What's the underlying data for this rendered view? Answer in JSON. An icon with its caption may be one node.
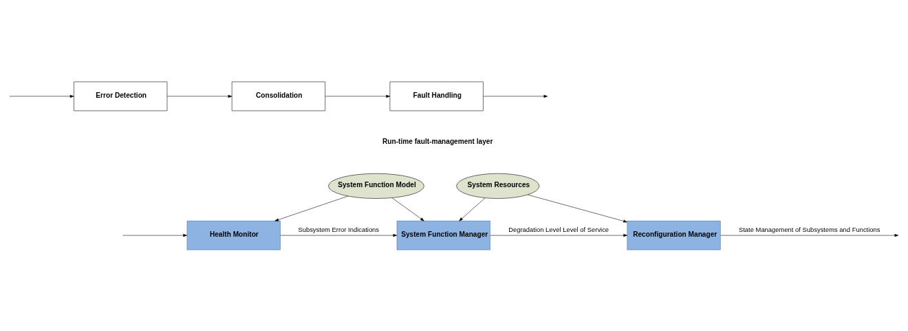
{
  "diagram": {
    "nodes": [
      {
        "text": [
          "Error Detection"
        ]
      },
      {
        "text": [
          "Consolidation"
        ]
      },
      {
        "text": [
          "Fault Handling"
        ]
      },
      {
        "text": [
          "System Function Model"
        ]
      },
      {
        "text": [
          "System Resources"
        ]
      },
      {
        "text": [
          "Health Monitor"
        ]
      },
      {
        "text": [
          "System Function Manager"
        ]
      },
      {
        "text": [
          "Reconfiguration Manager"
        ]
      }
    ],
    "edges": [
      {
        "from": null,
        "to": 0,
        "arrow": "to"
      },
      {
        "from": 0,
        "to": 1,
        "arrow": "to"
      },
      {
        "from": 1,
        "to": 2,
        "arrow": "to"
      },
      {
        "from": 2,
        "to": null,
        "arrow": "to"
      },
      {
        "from": 3,
        "to": 5,
        "arrow": "to"
      },
      {
        "from": 3,
        "to": 6,
        "arrow": "to"
      },
      {
        "from": 4,
        "to": 6,
        "arrow": "to"
      },
      {
        "from": 4,
        "to": 7,
        "arrow": "to"
      },
      {
        "from": null,
        "to": 5,
        "arrow": "to"
      },
      {
        "from": 5,
        "to": 6,
        "arrow": "to",
        "label": "Subsystem Error Indications"
      },
      {
        "from": 6,
        "to": 7,
        "arrow": "to",
        "label": "Degradation Level Level of Service"
      },
      {
        "from": 7,
        "to": null,
        "arrow": "to",
        "label": "State Management of Subsystems and Functions"
      }
    ],
    "labels": [
      "Run-time fault-management layer"
    ]
  }
}
